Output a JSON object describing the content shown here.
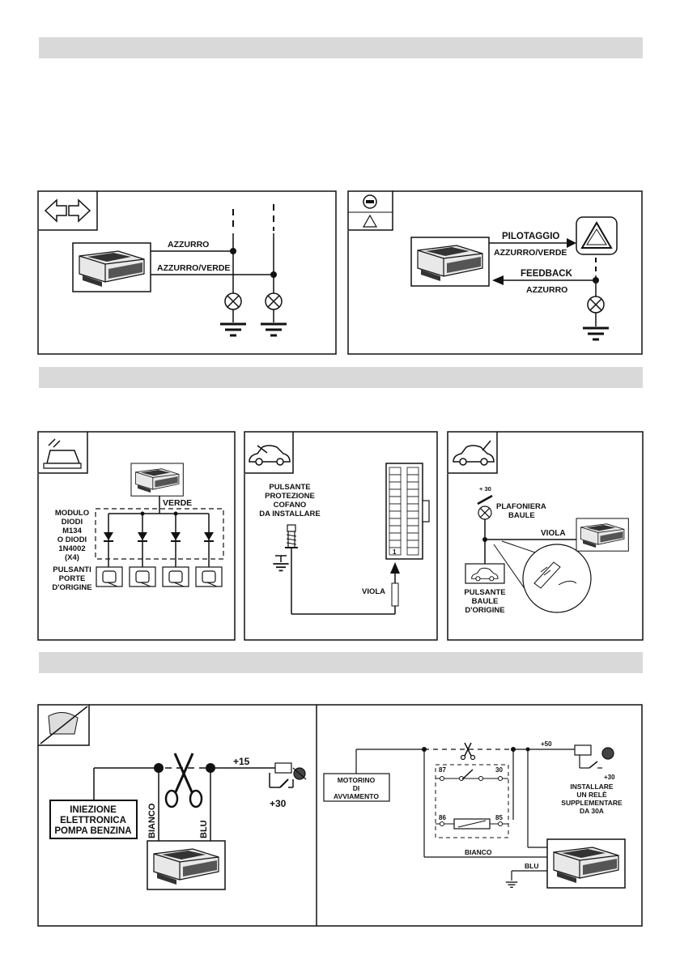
{
  "panel1": {
    "wire_blue": "AZZURRO",
    "wire_blue_green": "AZZURRO/VERDE"
  },
  "panel2": {
    "driving": "PILOTAGGIO",
    "wire_blue_green": "AZZURRO/VERDE",
    "feedback": "FEEDBACK",
    "wire_blue": "AZZURRO"
  },
  "panel3": {
    "wire_green": "VERDE",
    "diode_module": [
      "MODULO",
      "DIODI",
      "M134",
      "O DIODI",
      "1N4002",
      "(X4)"
    ],
    "door_buttons": [
      "PULSANTI",
      "PORTE",
      "D'ORIGINE"
    ]
  },
  "panel4": {
    "hood_button": [
      "PULSANTE",
      "PROTEZIONE",
      "COFANO",
      "DA INSTALLARE"
    ],
    "wire_violet": "VIOLA",
    "pin1": "1"
  },
  "panel5": {
    "plus30": "+ 30",
    "trunk_light": [
      "PLAFONIERA",
      "BAULE"
    ],
    "wire_violet": "VIOLA",
    "trunk_button": [
      "PULSANTE",
      "BAULE",
      "D'ORIGINE"
    ]
  },
  "panel6": {
    "injection": [
      "INIEZIONE",
      "ELETTRONICA",
      "POMPA BENZINA"
    ],
    "plus15": "+15",
    "plus30": "+30",
    "wire_white": "BIANCO",
    "wire_blue": "BLU"
  },
  "panel7": {
    "starter": [
      "MOTORINO",
      "DI",
      "AVVIAMENTO"
    ],
    "pin87": "87",
    "pin30": "30",
    "pin86": "86",
    "pin85": "85",
    "plus50": "+50",
    "plus30": "+30",
    "relay_note": [
      "INSTALLARE",
      "UN RELÈ",
      "SUPPLEMENTARE",
      "DA 30A"
    ],
    "wire_white": "BIANCO",
    "wire_blue": "BLU"
  }
}
